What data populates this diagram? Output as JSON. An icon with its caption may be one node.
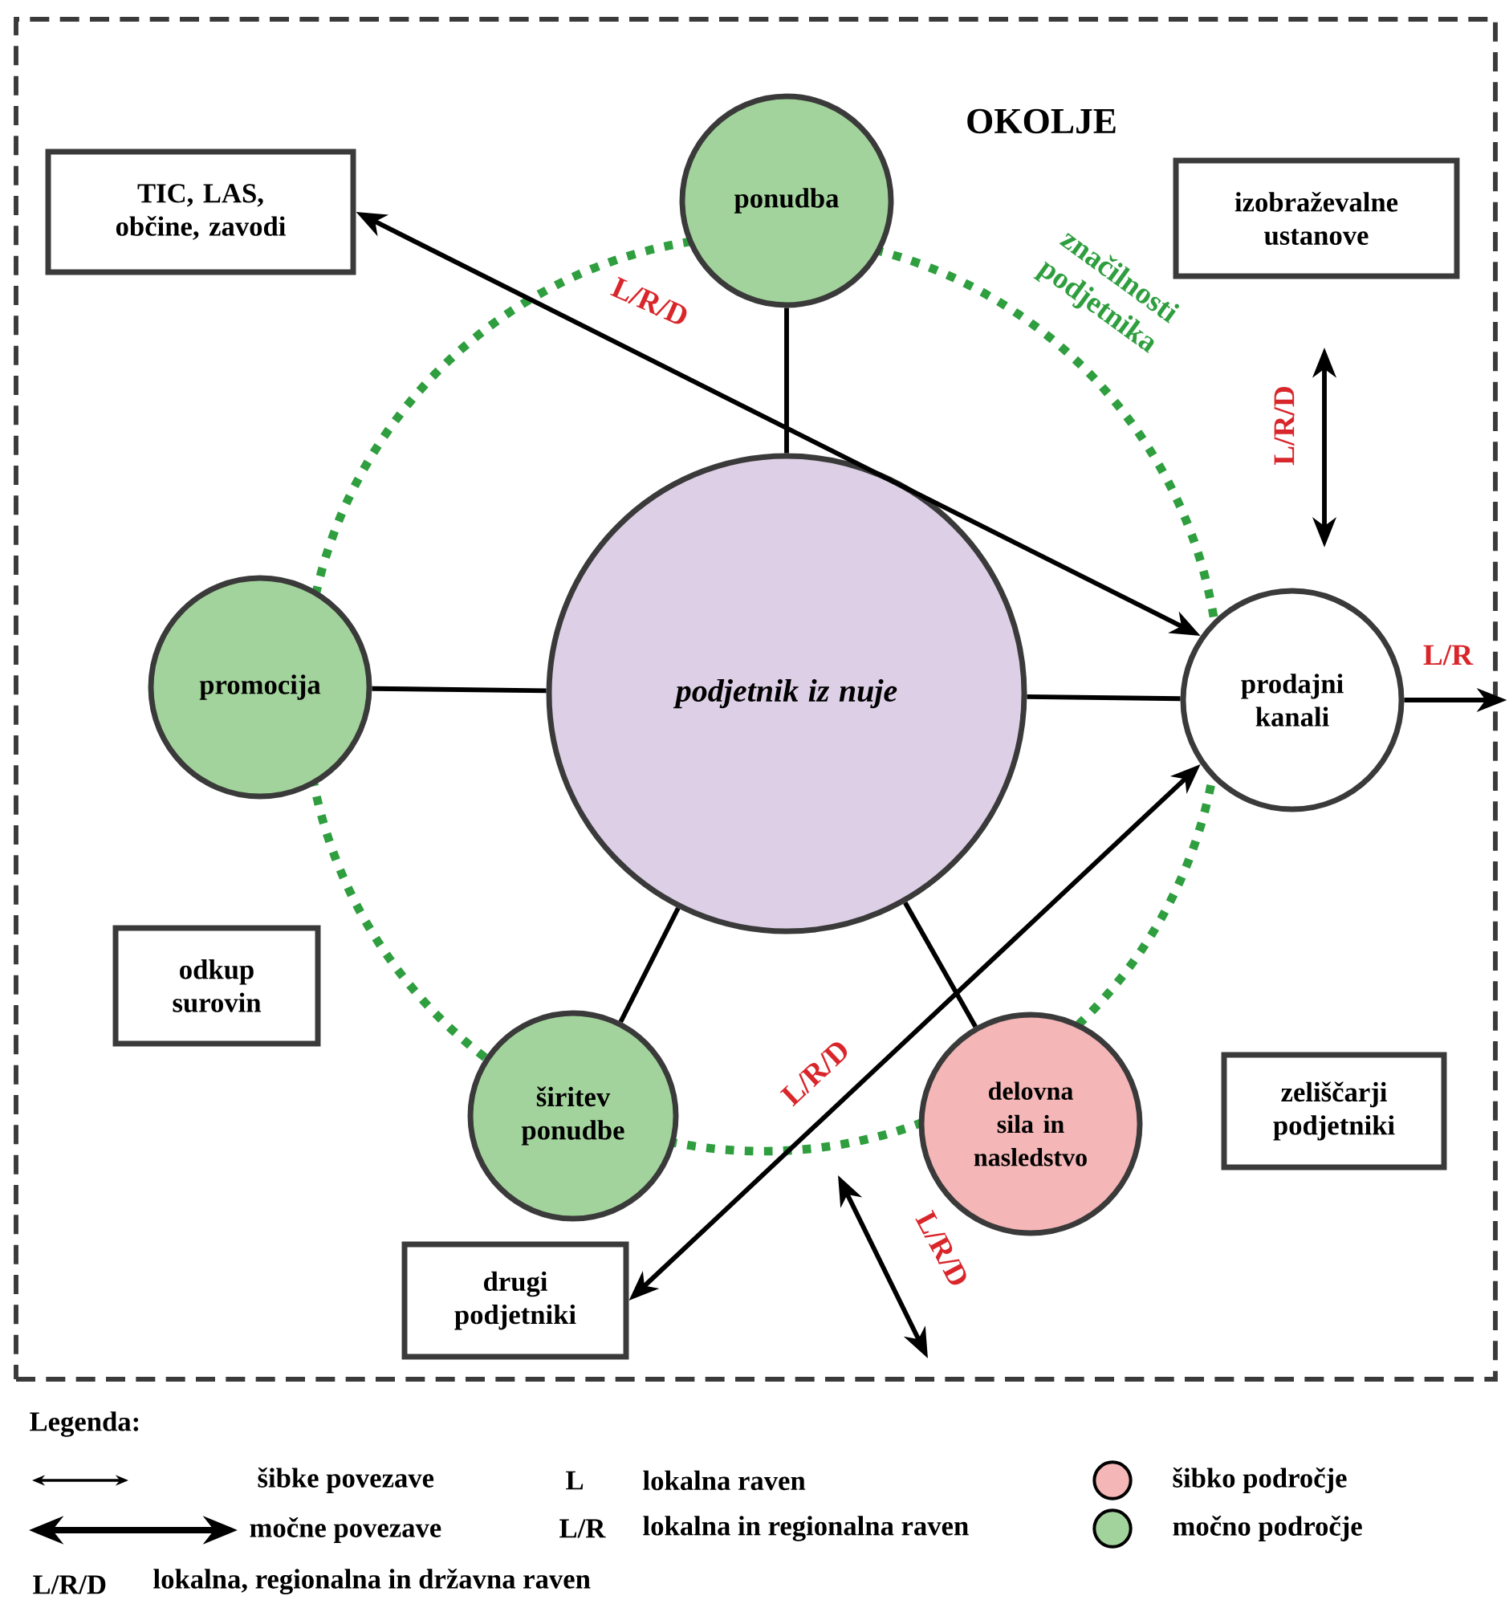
{
  "diagram": {
    "nodes": [
      {
        "text": [
          "OKOLJE"
        ]
      },
      {
        "text": [
          "TIC, LAS, občine, zavodi"
        ],
        "in": 0
      },
      {
        "text": [
          "ponudba"
        ],
        "in": 0
      },
      {
        "text": [
          "izobraževalne ustanove"
        ],
        "in": 0
      },
      {
        "text": [
          "promocija"
        ],
        "in": 0
      },
      {
        "text": [
          "podjetnik iz nuje"
        ],
        "in": 0
      },
      {
        "text": [
          "prodajni kanali"
        ],
        "in": 0
      },
      {
        "text": [
          "odkup surovin"
        ],
        "in": 0
      },
      {
        "text": [
          "širitev ponudbe"
        ],
        "in": 0
      },
      {
        "text": [
          "delovna sila in nasledstvo"
        ],
        "in": 0
      },
      {
        "text": [
          "zeliščarji podjetniki"
        ],
        "in": 0
      },
      {
        "text": [
          "drugi podjetniki"
        ],
        "in": 0
      }
    ],
    "edges": [
      {
        "from": 5,
        "to": 2,
        "arrow": "none"
      },
      {
        "from": 5,
        "to": 4,
        "arrow": "none"
      },
      {
        "from": 5,
        "to": 6,
        "arrow": "none"
      },
      {
        "from": 5,
        "to": 8,
        "arrow": "none"
      },
      {
        "from": 5,
        "to": 9,
        "arrow": "none"
      },
      {
        "from": 1,
        "to": 6,
        "arrow": "both",
        "label": "L/R/D"
      },
      {
        "from": 3,
        "to": 6,
        "arrow": "both",
        "label": "L/R/D"
      },
      {
        "from": 11,
        "to": 6,
        "arrow": "both",
        "label": "L/R/D"
      },
      {
        "from": 6,
        "to": null,
        "arrow": "to",
        "label": "L/R"
      }
    ],
    "labels": [
      "značilnosti podjetnika",
      "L/R/D",
      "Legenda:",
      "L",
      "lokalna raven",
      "L/R",
      "lokalna in regionalna raven",
      "L/R/D",
      "lokalna, regionalna in državna raven"
    ],
    "legend": [
      {
        "text": "šibke povezave"
      },
      {
        "text": "močne povezave"
      },
      {
        "text": "šibko področje",
        "color": "#f4b6b6"
      },
      {
        "text": "močno področje",
        "color": "#a3d39c"
      }
    ]
  }
}
